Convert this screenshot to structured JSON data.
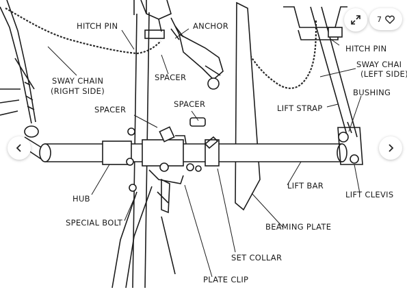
{
  "labels": {
    "hitch_pin_left": "HITCH PIN",
    "anchor": "ANCHOR",
    "sway_chain_right_1": "SWAY CHAIN",
    "sway_chain_right_2": "(RIGHT SIDE)",
    "spacer_top": "SPACER",
    "spacer_left": "SPACER",
    "spacer_mid": "SPACER",
    "hitch_pin_right": "HITCH PIN",
    "sway_chain_left_1": "SWAY CHAI",
    "sway_chain_left_2": "(LEFT SIDE)",
    "bushing": "BUSHING",
    "lift_strap": "LIFT STRAP",
    "hub": "HUB",
    "special_bolt": "SPECIAL BOLT",
    "lift_bar": "LIFT BAR",
    "lift_clevis": "LIFT CLEVIS",
    "beaming_plate": "BEAMING PLATE",
    "set_collar": "SET COLLAR",
    "plate_clip": "PLATE CLIP"
  },
  "controls": {
    "likes_count": "7",
    "expand_icon": "expand-icon",
    "heart_icon": "heart-icon",
    "prev_icon": "chevron-left-icon",
    "next_icon": "chevron-right-icon"
  }
}
